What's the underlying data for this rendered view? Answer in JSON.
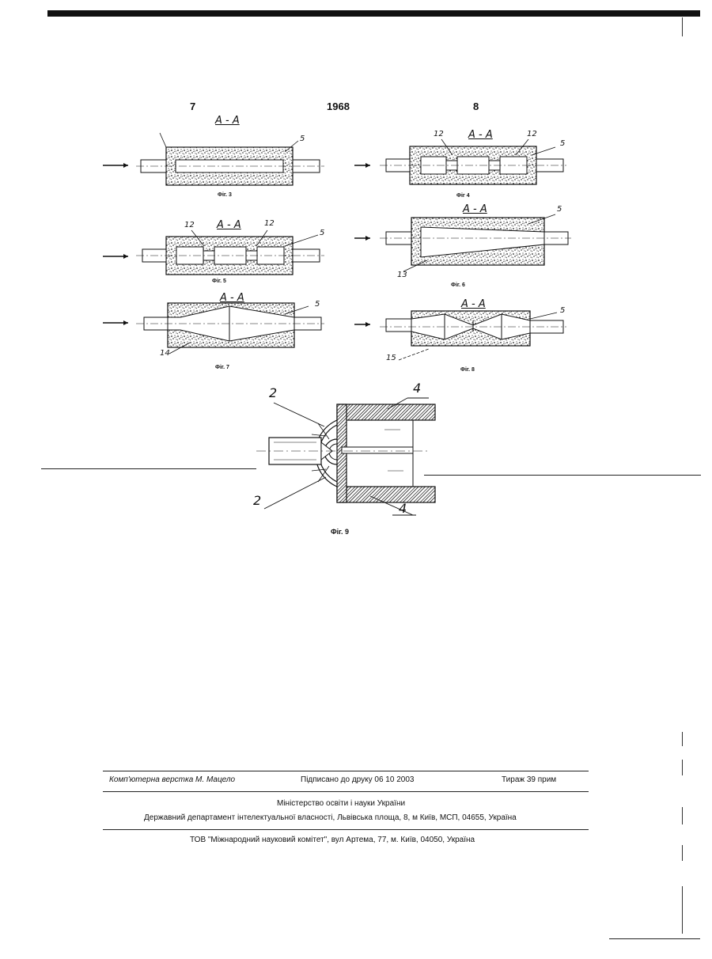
{
  "header": {
    "left_page": "7",
    "patent_number": "1968",
    "right_page": "8"
  },
  "section_label": "A - A",
  "figures": [
    {
      "caption": "Фіг. 3",
      "labels": [
        "5"
      ]
    },
    {
      "caption": "Фіг 4",
      "labels": [
        "12",
        "12",
        "5"
      ]
    },
    {
      "caption": "Фіг. 5",
      "labels": [
        "12",
        "12",
        "5"
      ]
    },
    {
      "caption": "Фіг. 6",
      "labels": [
        "5",
        "13"
      ]
    },
    {
      "caption": "Фіг. 7",
      "labels": [
        "5",
        "14"
      ]
    },
    {
      "caption": "Фіг. 8",
      "labels": [
        "5",
        "15"
      ]
    },
    {
      "caption": "Фіг. 9",
      "labels": [
        "2",
        "2",
        "4",
        "4"
      ]
    }
  ],
  "footer": {
    "layout": "Комп'ютерна верстка М. Мацело",
    "signed": "Підписано до друку 06 10 2003",
    "circulation": "Тираж 39 прим",
    "ministry": "Міністерство освіти і науки України",
    "department": "Державний департамент інтелектуальної власності, Львівська площа, 8, м  Київ, МСП, 04655, Україна",
    "publisher": "ТОВ \"Міжнародний науковий комітет\", вул  Артема, 77, м. Київ, 04050, Україна"
  }
}
